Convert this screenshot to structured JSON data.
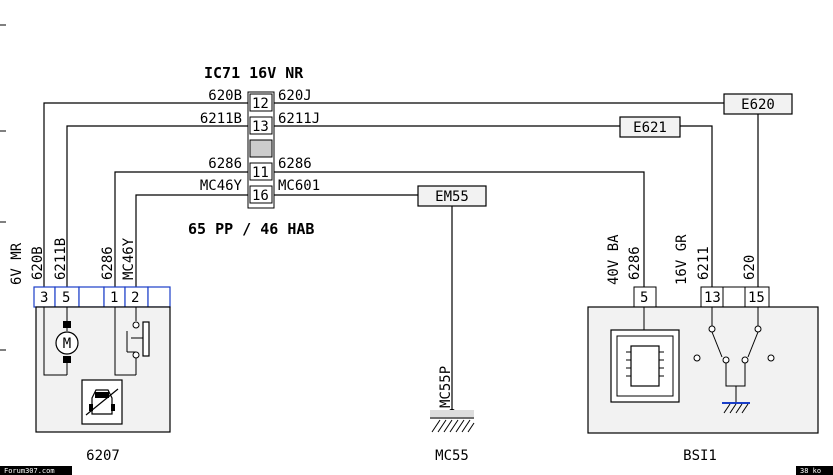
{
  "connector": {
    "title": "IC71 16V NR",
    "pins": [
      "12",
      "13",
      "11",
      "16"
    ]
  },
  "wires": {
    "left": [
      "620B",
      "6211B",
      "6286",
      "MC46Y"
    ],
    "right": [
      "620J",
      "6211J",
      "6286",
      "MC601"
    ]
  },
  "note": "65 PP / 46 HAB",
  "modules": {
    "e620": "E620",
    "e621": "E621",
    "em55": "EM55"
  },
  "motor_unit": {
    "name": "6207",
    "connector_label": "6V MR",
    "wire_labels": [
      "620B",
      "6211B",
      "6286",
      "MC46Y"
    ],
    "pins": [
      "3",
      "5",
      "",
      "1",
      "2",
      ""
    ],
    "motor_symbol": "M"
  },
  "ground": {
    "name": "MC55",
    "wire_label": "MC55P"
  },
  "bsi": {
    "name": "BSI1",
    "connectors": [
      "40V BA",
      "16V GR"
    ],
    "wire_labels": [
      "6286",
      "6211",
      "620"
    ],
    "pins": [
      "5",
      "13",
      "15"
    ]
  },
  "footer": {
    "site": "Forum307.com",
    "size": "38 ko"
  },
  "colors": {
    "line": "#000000",
    "pin_outline": "#1a3ec8",
    "module_fill": "#f2f2f2"
  }
}
